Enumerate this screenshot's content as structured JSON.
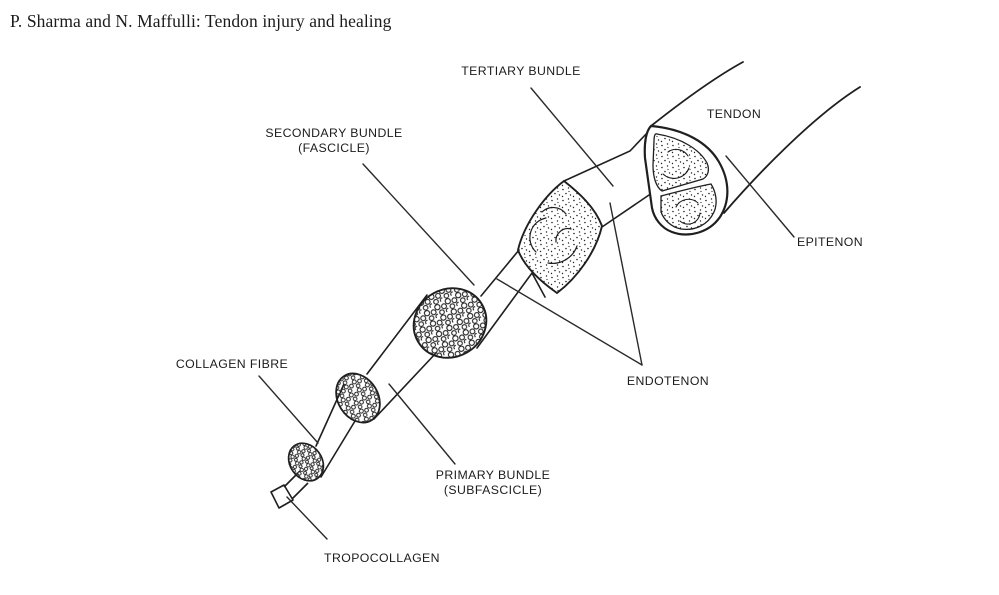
{
  "header": {
    "title": "P. Sharma and N. Maffulli: Tendon injury and healing"
  },
  "figure": {
    "description": "Tendon structure hierarchy diagram",
    "ink_color": "#1f1f1f",
    "labels": {
      "tertiary_bundle": "TERTIARY BUNDLE",
      "tendon": "TENDON",
      "secondary_bundle": "SECONDARY BUNDLE\n(FASCICLE)",
      "epitenon": "EPITENON",
      "endotenon": "ENDOTENON",
      "collagen_fibre": "COLLAGEN FIBRE",
      "primary_bundle": "PRIMARY BUNDLE\n(SUBFASCICLE)",
      "tropocollagen": "TROPOCOLLAGEN"
    }
  }
}
